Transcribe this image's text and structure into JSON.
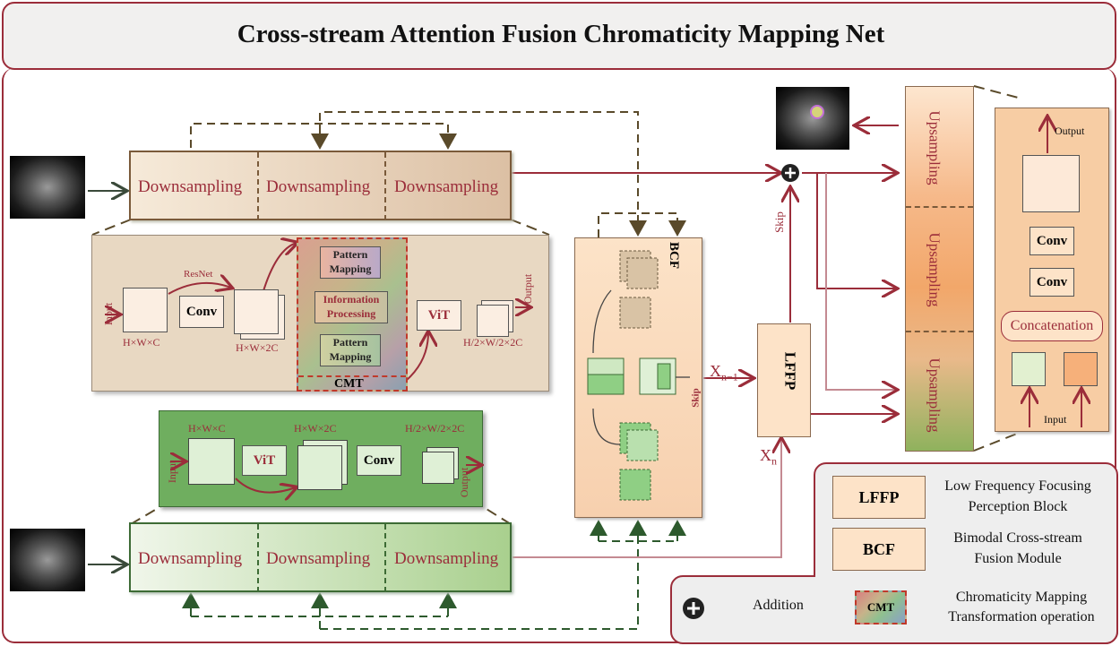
{
  "title": "Cross-stream Attention Fusion Chromaticity Mapping Net",
  "top_stream": {
    "downsampling": [
      "Downsampling",
      "Downsampling",
      "Downsampling"
    ]
  },
  "bottom_stream": {
    "downsampling": [
      "Downsampling",
      "Downsampling",
      "Downsampling"
    ]
  },
  "top_detail": {
    "input": "Input",
    "resnet": "ResNet",
    "conv": "Conv",
    "dim1": "H×W×C",
    "dim2": "H×W×2C",
    "pattern_mapping_1": "Pattern Mapping",
    "information_processing": "Information Processing",
    "pattern_mapping_2": "Pattern Mapping",
    "cmt": "CMT",
    "vit": "ViT",
    "dim3": "H/2×W/2×2C",
    "output": "Output"
  },
  "bottom_detail": {
    "input": "Input",
    "dim1": "H×W×C",
    "vit": "ViT",
    "dim2": "H×W×2C",
    "conv": "Conv",
    "dim3": "H/2×W/2×2C",
    "output": "Output"
  },
  "bcf": {
    "label": "BCF",
    "skip": "Skip"
  },
  "xn_minus_1": {
    "main": "X",
    "sub": "n−1"
  },
  "xn": {
    "main": "X",
    "sub": "n"
  },
  "lffp": {
    "label": "LFFP"
  },
  "skip_vertical": "Skip",
  "upsampling": [
    "Upsampling",
    "Upsampling",
    "Upsampling"
  ],
  "up_detail": {
    "output": "Output",
    "conv1": "Conv",
    "conv2": "Conv",
    "concat": "Concatenation",
    "input": "Input"
  },
  "legend": {
    "lffp_abbr": "LFFP",
    "lffp_desc_1": "Low Frequency Focusing",
    "lffp_desc_2": "Perception Block",
    "bcf_abbr": "BCF",
    "bcf_desc_1": "Bimodal Cross-stream",
    "bcf_desc_2": "Fusion Module",
    "addition": "Addition",
    "cmt_abbr": "CMT",
    "cmt_desc_1": "Chromaticity Mapping",
    "cmt_desc_2": "Transformation operation"
  },
  "colors": {
    "accent": "#9b2d3a",
    "brown": "#5a4a2a",
    "green_dark": "#2d5a2d"
  }
}
